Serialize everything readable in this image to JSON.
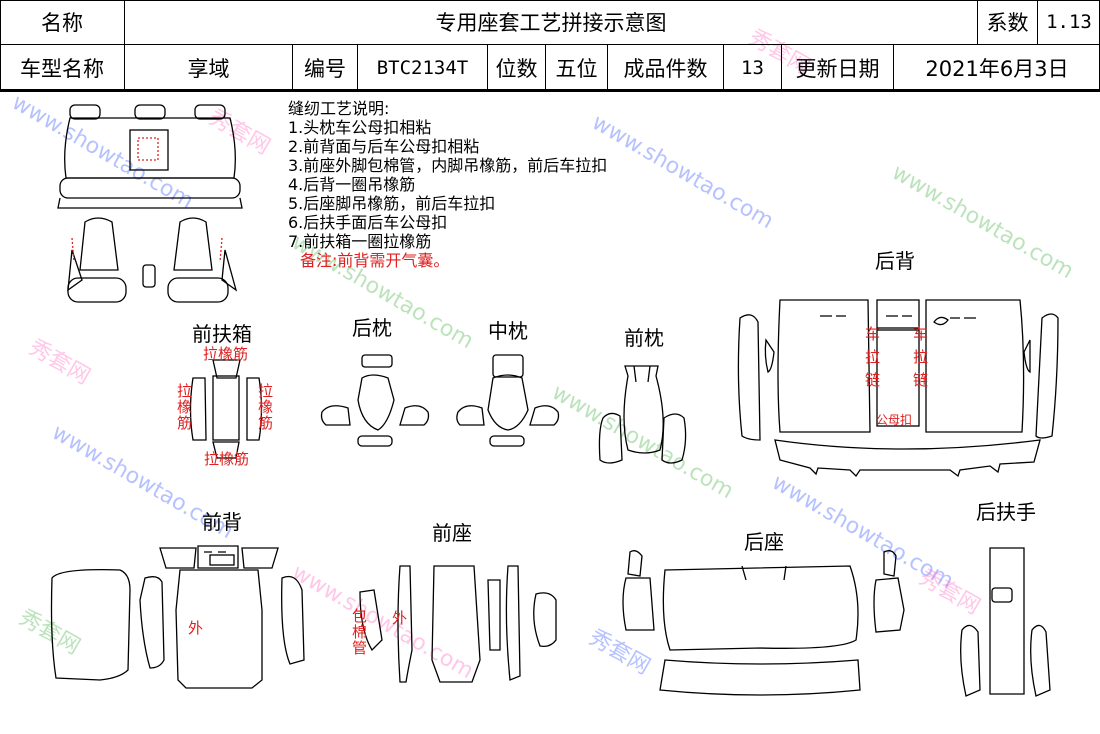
{
  "header": {
    "name_label": "名称",
    "title": "专用座套工艺拼接示意图",
    "coef_label": "系数",
    "coef_value": "1.13",
    "model_label": "车型名称",
    "model_value": "享域",
    "code_label": "编号",
    "code_value": "BTC2134T",
    "seats_label": "位数",
    "seats_value": "五位",
    "pieces_label": "成品件数",
    "pieces_value": "13",
    "date_label": "更新日期",
    "date_value": "2021年6月3日"
  },
  "notes": {
    "title": "缝纫工艺说明:",
    "items": [
      "1.头枕车公母扣相粘",
      "2.前背面与后车公母扣相粘",
      "3.前座外脚包棉管，内脚吊橡筋，前后车拉扣",
      "4.后背一圈吊橡筋",
      "5.后座脚吊橡筋，前后车拉扣",
      "6.后扶手面后车公母扣",
      "7.前扶箱一圈拉橡筋"
    ],
    "remark": "备注:前背需开气囊。"
  },
  "parts": {
    "front_armbox": "前扶箱",
    "rear_pillow": "后枕",
    "mid_pillow": "中枕",
    "front_pillow": "前枕",
    "rear_back": "后背",
    "front_back": "前背",
    "front_seat": "前座",
    "rear_seat": "后座",
    "rear_armrest": "后扶手"
  },
  "annotations": {
    "pull_elastic": "拉橡筋",
    "pull_elastic_left": "拉橡筋",
    "pull_elastic_right": "拉橡筋",
    "pull_elastic_bottom": "拉橡筋",
    "car_pull_chain_left": "车拉链",
    "car_pull_chain_right": "车拉链",
    "snap": "公母扣",
    "outer": "外",
    "outer_seat": "外",
    "cotton_tube": "包棉管"
  },
  "watermark": {
    "text_a": "秀套网",
    "text_b": "www.showtao.com"
  },
  "colors": {
    "line": "#000000",
    "annotation": "#e02020",
    "watermark_blue": "#3050ff",
    "watermark_pink": "#ff60c0",
    "watermark_green": "#40b040"
  }
}
